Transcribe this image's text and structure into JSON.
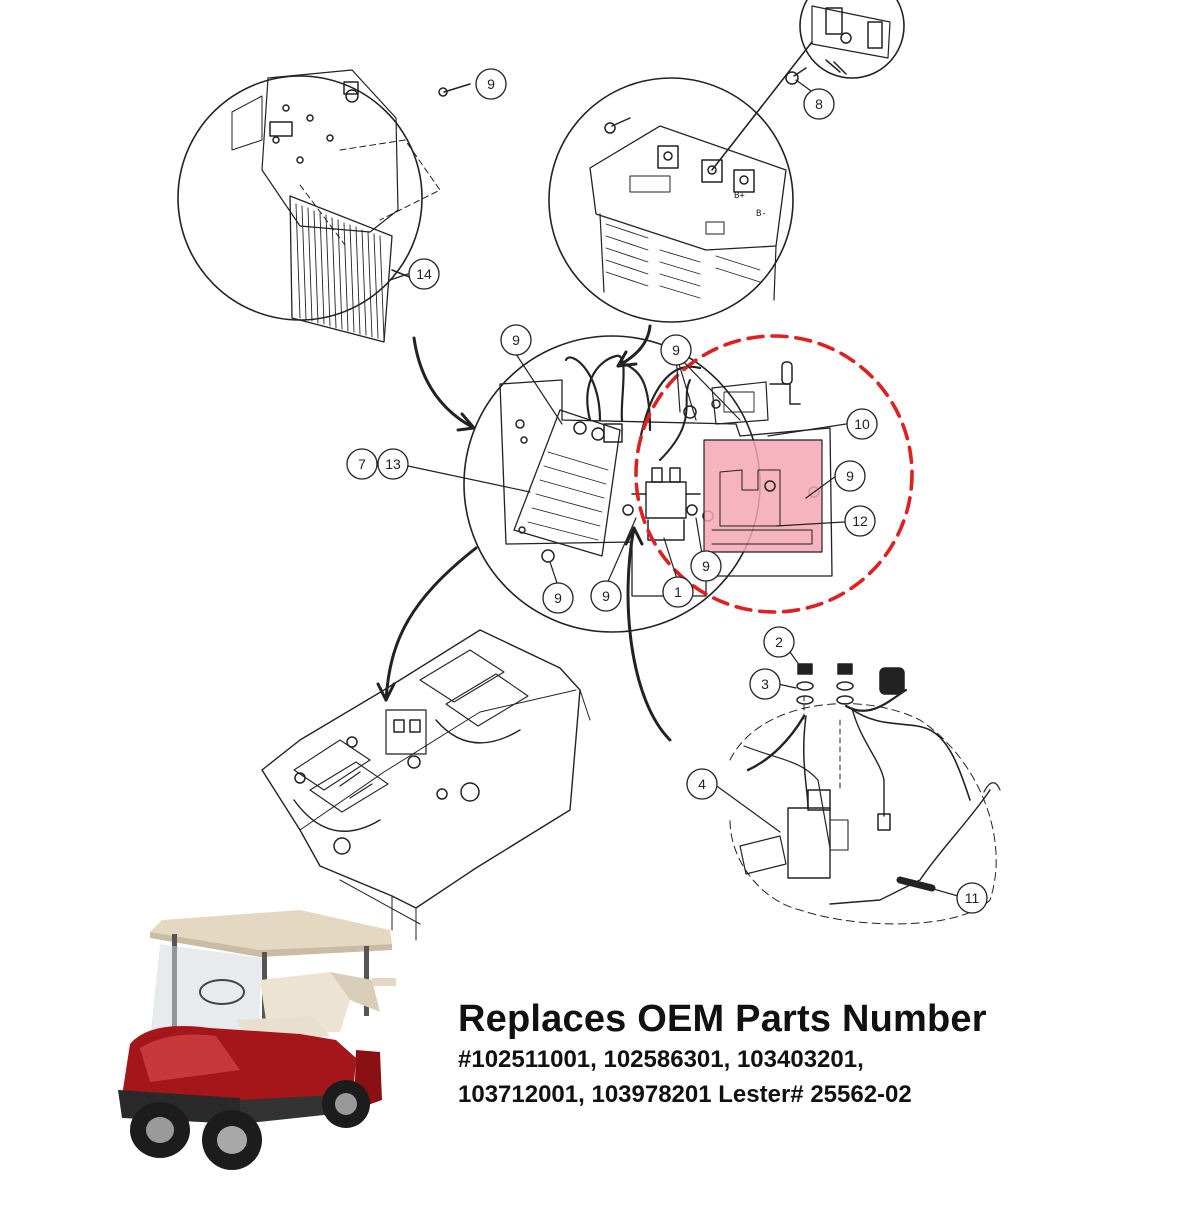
{
  "callouts": {
    "c1": "1",
    "c2": "2",
    "c3": "3",
    "c4": "4",
    "c7": "7",
    "c8": "8",
    "c9": "9",
    "c10": "10",
    "c11": "11",
    "c12": "12",
    "c13": "13",
    "c14": "14"
  },
  "hardware_labels": {
    "b_plus": "B+",
    "b_minus": "B-"
  },
  "caption": {
    "title": "Replaces OEM Parts Number",
    "line1": "#102511001, 102586301, 103403201,",
    "line2": "103712001, 103978201 Lester# 25562-02"
  },
  "colors": {
    "highlight_fill": "#f4a7b4",
    "highlight_dash": "#e02020",
    "line": "#222222",
    "cart_body": "#a4161a",
    "cart_roof": "#e4d8c2"
  }
}
